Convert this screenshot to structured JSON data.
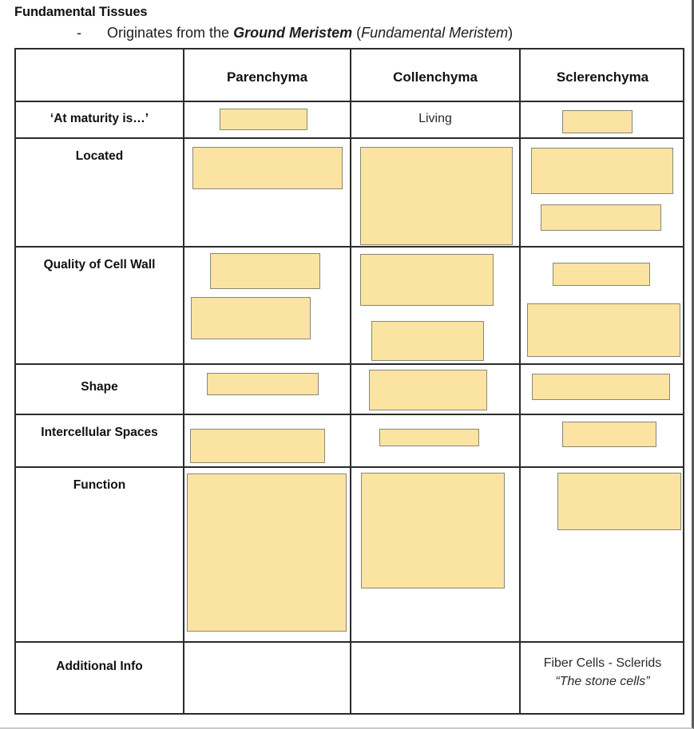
{
  "heading": {
    "title": "Fundamental Tissues",
    "bullet_dash": "-",
    "bullet_pre": "Originates from the ",
    "bullet_bold_italic": "Ground Meristem",
    "bullet_post": " (",
    "bullet_italic": "Fundamental Meristem",
    "bullet_end": ")"
  },
  "table": {
    "columns": [
      {
        "label": ""
      },
      {
        "label": "Parenchyma"
      },
      {
        "label": "Collenchyma"
      },
      {
        "label": "Sclerenchyma"
      }
    ],
    "rows": [
      {
        "label": "",
        "cells": [
          {
            "text": ""
          },
          {
            "text": ""
          },
          {
            "text": ""
          }
        ]
      },
      {
        "label": "‘At maturity is…’",
        "cells": [
          {
            "text": "",
            "redacted": true
          },
          {
            "text": "Living",
            "redacted": false
          },
          {
            "text": "",
            "redacted": true
          }
        ]
      },
      {
        "label": "Located",
        "cells": [
          {
            "text": "",
            "redacted": true
          },
          {
            "text": "",
            "redacted": true
          },
          {
            "text": "",
            "redacted": true
          }
        ]
      },
      {
        "label": "Quality of Cell Wall",
        "cells": [
          {
            "text": "",
            "redacted": true
          },
          {
            "text": "",
            "redacted": true
          },
          {
            "text": "",
            "redacted": true
          }
        ]
      },
      {
        "label": "Shape",
        "cells": [
          {
            "text": "",
            "redacted": true
          },
          {
            "text": "",
            "redacted": true
          },
          {
            "text": "",
            "redacted": true
          }
        ]
      },
      {
        "label": "Intercellular Spaces",
        "cells": [
          {
            "text": "",
            "redacted": true
          },
          {
            "text": "",
            "redacted": true
          },
          {
            "text": "",
            "redacted": true
          }
        ]
      },
      {
        "label": "Function",
        "cells": [
          {
            "text": "",
            "redacted": true
          },
          {
            "text": "",
            "redacted": true
          },
          {
            "text": "",
            "redacted": true
          }
        ]
      },
      {
        "label": "Additional Info",
        "cells": [
          {
            "text": "",
            "redacted": false
          },
          {
            "text": "",
            "redacted": false
          },
          {
            "text": "Fiber Cells - Sclerids",
            "text2": "“The stone cells”",
            "redacted": false
          }
        ]
      }
    ]
  },
  "colors": {
    "highlight_fill": "#FBE3A2",
    "highlight_border": "#8A8777",
    "table_border": "#2B2B2B",
    "text": "#1A1A1A",
    "page_edge": "#5B5B5B"
  }
}
